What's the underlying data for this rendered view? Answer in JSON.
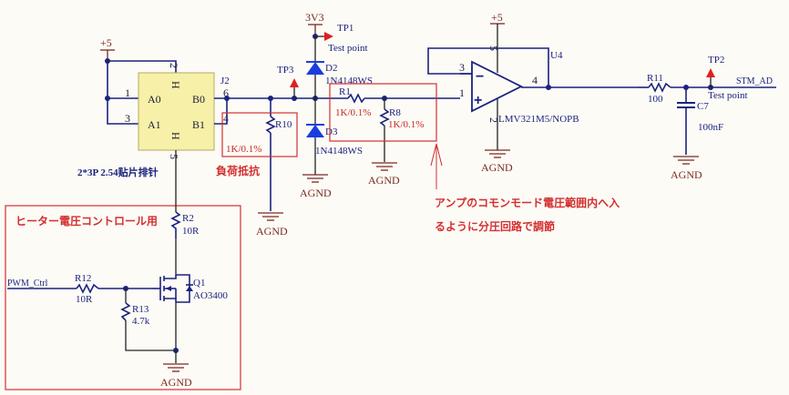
{
  "schematic": {
    "power": {
      "plus5_left": "+5",
      "v3v3": "3V3",
      "plus5_opamp": "+5",
      "agnd": "AGND"
    },
    "connector": {
      "ref": "J2",
      "footprint": "2*3P 2.54贴片排针",
      "pins": {
        "a0": "A0",
        "a1": "A1",
        "b0": "B0",
        "b1": "B1",
        "h": "H"
      },
      "pin_numbers": {
        "p1": "1",
        "p2": "2",
        "p3": "3",
        "p4": "4",
        "p5": "5",
        "p6": "6"
      }
    },
    "r10": {
      "ref": "R10",
      "value": "1K/0.1%"
    },
    "r1": {
      "ref": "R1",
      "value": "1K/0.1%"
    },
    "r8": {
      "ref": "R8",
      "value": "1K/0.1%"
    },
    "d2": {
      "ref": "D2",
      "value": "1N4148WS"
    },
    "d3": {
      "ref": "D3",
      "value": "1N4148WS"
    },
    "tp1": {
      "ref": "TP1",
      "label": "Test point"
    },
    "tp3": {
      "ref": "TP3"
    },
    "tp2": {
      "ref": "TP2",
      "label": "Test point"
    },
    "u4": {
      "ref": "U4",
      "value": "LMV321M5/NOPB",
      "pins": {
        "p1": "1",
        "p2": "2",
        "p3": "3",
        "p4": "4",
        "p5": "5"
      },
      "minus": "−",
      "plus": "+"
    },
    "r11": {
      "ref": "R11",
      "value": "100"
    },
    "c7": {
      "ref": "C7",
      "value": "100nF"
    },
    "net_stm_ad": "STM_AD",
    "net_pwm": "PWM_Ctrl",
    "r2": {
      "ref": "R2",
      "value": "10R"
    },
    "r12": {
      "ref": "R12",
      "value": "10R"
    },
    "r13": {
      "ref": "R13",
      "value": "4.7k"
    },
    "q1": {
      "ref": "Q1",
      "value": "AO3400"
    },
    "notes": {
      "load_resistor": "負荷抵抗",
      "heater_control": "ヒーター電圧コントロール用",
      "divider_line1": "アンプのコモンモード電圧範囲内へ入",
      "divider_line2": "るように分圧回路で調節"
    }
  }
}
